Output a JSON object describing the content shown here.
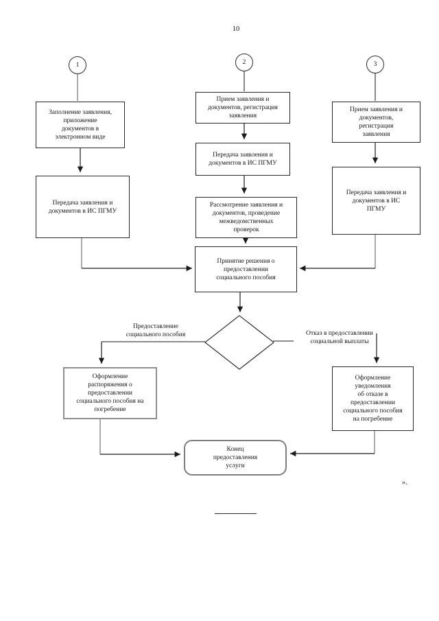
{
  "palette": {
    "ink": "#1a1a1a",
    "muted_line": "#8f8f8f",
    "background": "#ffffff"
  },
  "page": {
    "number": "10",
    "closing_mark": "»."
  },
  "circles": [
    {
      "label": "1"
    },
    {
      "label": "2"
    },
    {
      "label": "3"
    }
  ],
  "boxes": {
    "fill_application": "Заполнение заявления,\nприложение\nдокументов в\nэлектронном виде",
    "transfer_1": "Передача заявления и\nдокументов в ИС ПГМУ",
    "receive_2": "Прием заявления и\nдокументов, регистрация\nзаявления",
    "transfer_2": "Передача заявления и\nдокументов в ИС ПГМУ",
    "review": "Рассмотрение заявления и\nдокументов, проведение\nмежведомственных\nпроверок",
    "decision": "Принятие решения о\nпредоставлении\nсоциального пособия",
    "receive_3": "Прием заявления и\nдокументов,\nрегистрация\nзаявления",
    "transfer_3": "Передача заявления и\nдокументов в ИС\nПГМУ",
    "order_grant": "Оформление\nраспоряжения о\nпредоставлении\nсоциального пособия на\nпогребение",
    "notice_refusal": "Оформление\nуведомления\nоб отказе в\nпредоставлении\nсоциального пособия\nна погребение",
    "end": "Конец\nпредоставления\nуслуги"
  },
  "branch_labels": {
    "grant": "Предоставление\nсоциального пособия",
    "refuse": "Отказ в предоставлении\nсоциальной выплаты"
  }
}
